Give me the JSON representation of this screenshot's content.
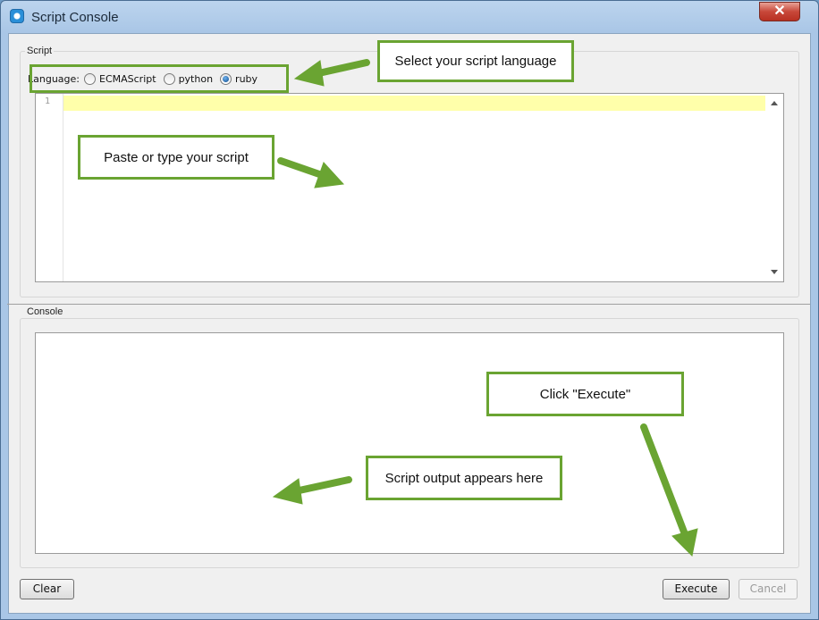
{
  "window": {
    "title": "Script Console",
    "close_label": "✕"
  },
  "script_group": {
    "label": "Script"
  },
  "language": {
    "label": "Language:",
    "options": [
      {
        "label": "ECMAScript",
        "checked": false
      },
      {
        "label": "python",
        "checked": false
      },
      {
        "label": "ruby",
        "checked": true
      }
    ]
  },
  "editor": {
    "line_numbers": [
      "1"
    ]
  },
  "console_group": {
    "label": "Console"
  },
  "buttons": {
    "clear": "Clear",
    "execute": "Execute",
    "cancel": "Cancel"
  },
  "callouts": {
    "language": "Select your script language",
    "paste": "Paste or type your script",
    "execute": "Click \"Execute\"",
    "output": "Script output appears here"
  },
  "colors": {
    "callout_green": "#6aa432",
    "current_line": "#ffffaa"
  }
}
